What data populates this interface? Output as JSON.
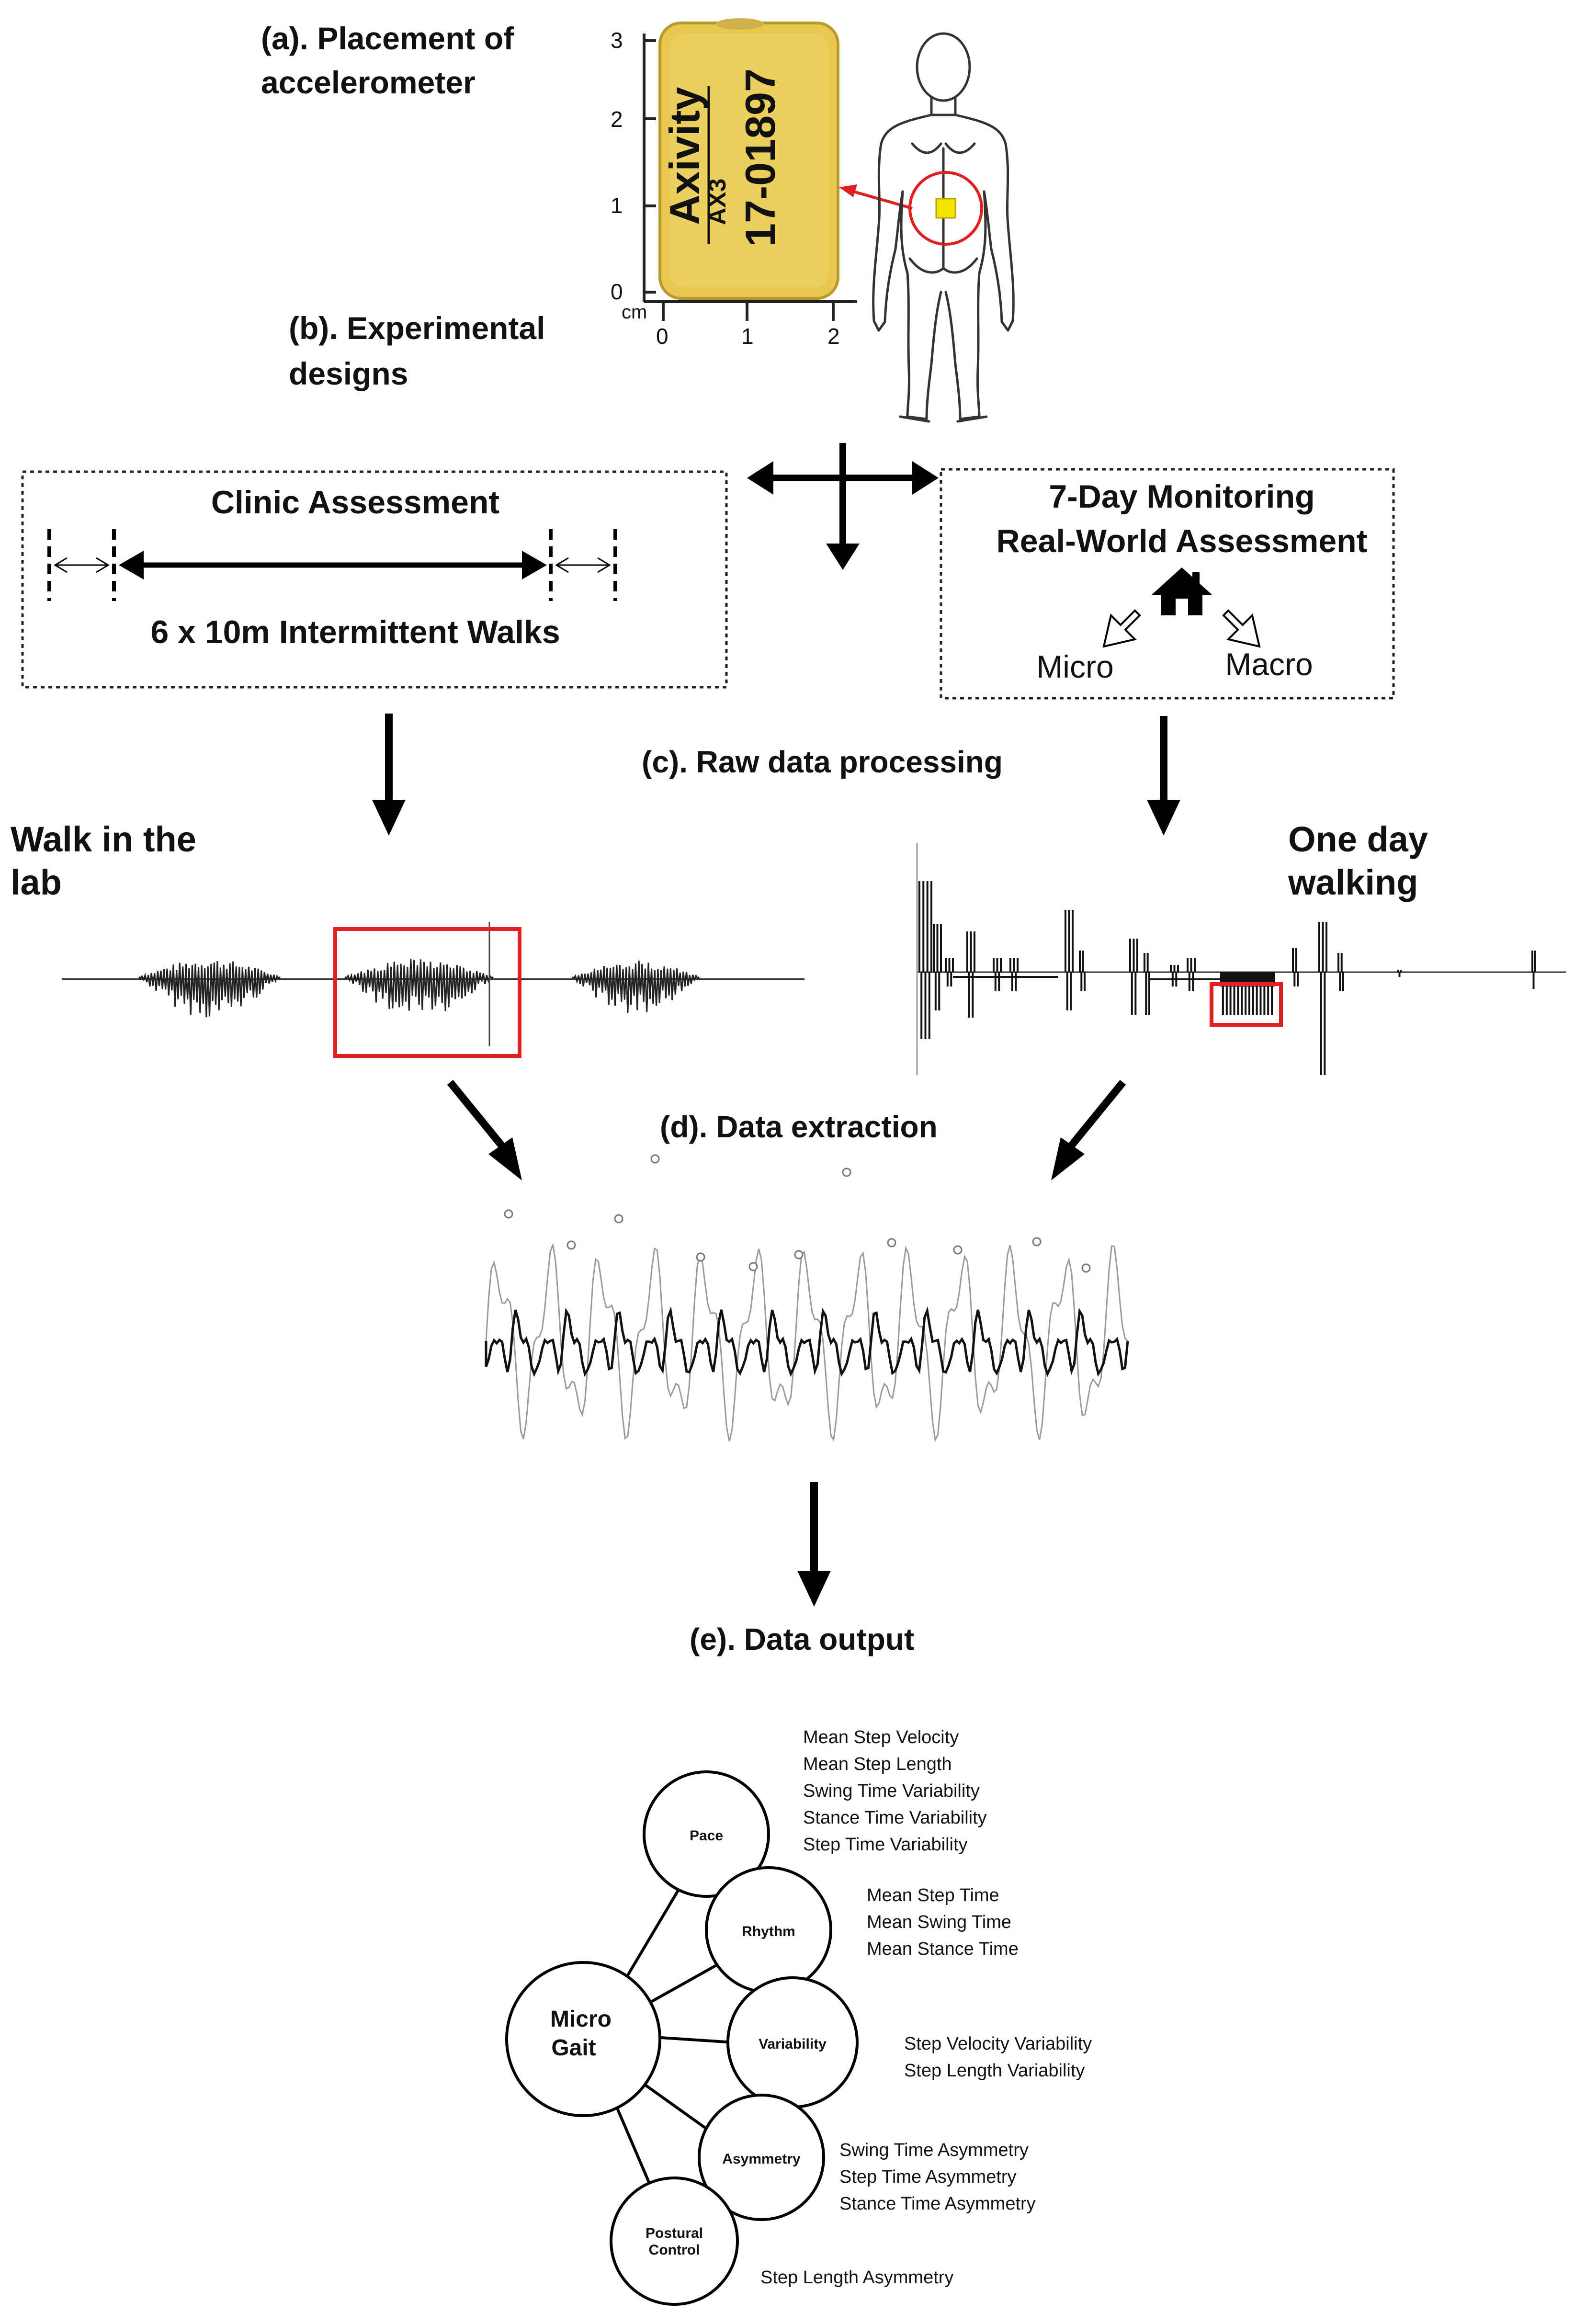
{
  "labels": {
    "a_line1": "(a). Placement of",
    "a_line2": "accelerometer",
    "b_line1": "(b). Experimental",
    "b_line2": "designs",
    "c": "(c). Raw data processing",
    "d": "(d). Data extraction",
    "e": "(e). Data output"
  },
  "device": {
    "brand": "Axivity",
    "model": "AX3",
    "serial": "17-01897",
    "ruler_y_ticks": [
      "3",
      "2",
      "1",
      "0"
    ],
    "ruler_x_ticks": [
      "0",
      "1",
      "2"
    ],
    "ruler_unit": "cm"
  },
  "clinic": {
    "title": "Clinic Assessment",
    "subtitle": "6 x 10m Intermittent Walks"
  },
  "monitoring": {
    "title_line1": "7-Day Monitoring",
    "title_line2": "Real-World Assessment",
    "left": "Micro",
    "right": "Macro"
  },
  "signals": {
    "lab_line1": "Walk in the",
    "lab_line2": "lab",
    "day_line1": "One day",
    "day_line2": "walking"
  },
  "gait_model": {
    "center_line1": "Micro",
    "center_line2": "Gait",
    "domains": [
      {
        "name": "Pace",
        "metrics": [
          "Mean Step Velocity",
          "Mean Step Length",
          "Swing Time Variability",
          "Stance Time Variability",
          "Step Time Variability"
        ]
      },
      {
        "name": "Rhythm",
        "metrics": [
          "Mean Step Time",
          "Mean Swing Time",
          "Mean Stance Time"
        ]
      },
      {
        "name": "Variability",
        "metrics": [
          "Step Velocity Variability",
          "Step Length Variability"
        ]
      },
      {
        "name": "Asymmetry",
        "metrics": [
          "Swing Time Asymmetry",
          "Step Time Asymmetry",
          "Stance Time Asymmetry"
        ]
      },
      {
        "name": "Postural Control",
        "name_line1": "Postural",
        "name_line2": "Control",
        "metrics": [
          "Step Length Asymmetry"
        ]
      }
    ]
  },
  "colors": {
    "device_yellow": "#E8C84E",
    "highlight_red": "#E02020",
    "marker_yellow": "#F5E400"
  }
}
